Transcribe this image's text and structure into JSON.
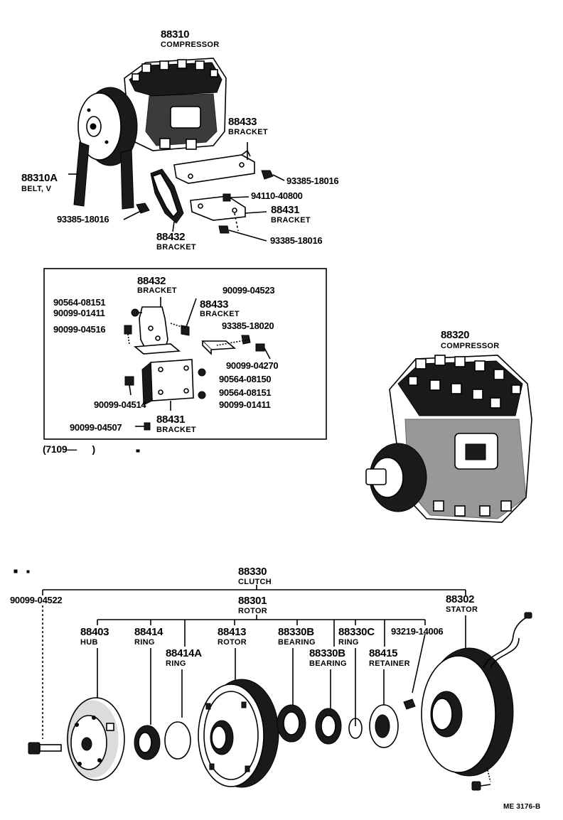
{
  "top_assembly": {
    "compressor": {
      "part": "88310",
      "name": "COMPRESSOR"
    },
    "bracket_a": {
      "part": "88433",
      "name": "BRACKET"
    },
    "belt": {
      "part": "88310A",
      "name": "BELT, V"
    },
    "bolt_right": "93385-18016",
    "nut": "94110-40800",
    "bracket_b": {
      "part": "88431",
      "name": "BRACKET"
    },
    "bolt_left": "93385-18016",
    "bracket_c": {
      "part": "88432",
      "name": "BRACKET"
    },
    "bolt_bottom": "93385-18016"
  },
  "inset": {
    "bracket_88432": {
      "part": "88432",
      "name": "BRACKET"
    },
    "p_90564_08151_a": "90564-08151",
    "p_90099_04523": "90099-04523",
    "p_90099_01411_a": "90099-01411",
    "bracket_88433": {
      "part": "88433",
      "name": "BRACKET"
    },
    "p_90099_04516": "90099-04516",
    "p_93385_18020": "93385-18020",
    "p_90099_04270": "90099-04270",
    "p_90564_08150": "90564-08150",
    "p_90564_08151_b": "90564-08151",
    "p_90099_04514": "90099-04514",
    "p_90099_01411_b": "90099-01411",
    "bracket_88431": {
      "part": "88431",
      "name": "BRACKET"
    },
    "p_90099_04507": "90099-04507",
    "date_range": "(7109—      )"
  },
  "compressor_right": {
    "part": "88320",
    "name": "COMPRESSOR"
  },
  "clutch": {
    "clutch": {
      "part": "88330",
      "name": "CLUTCH"
    },
    "bolt": "90099-04522",
    "rotor_assy": {
      "part": "88301",
      "name": "ROTOR"
    },
    "stator": {
      "part": "88302",
      "name": "STATOR"
    },
    "hub": {
      "part": "88403",
      "name": "HUB"
    },
    "ring_a": {
      "part": "88414",
      "name": "RING"
    },
    "ring_b": {
      "part": "88414A",
      "name": "RING"
    },
    "rotor": {
      "part": "88413",
      "name": "ROTOR"
    },
    "bearing_a": {
      "part": "88330B",
      "name": "BEARING"
    },
    "bearing_b": {
      "part": "88330B",
      "name": "BEARING"
    },
    "ring_c": {
      "part": "88330C",
      "name": "RING"
    },
    "retainer": {
      "part": "88415",
      "name": "RETAINER"
    },
    "screw": "93219-14006"
  },
  "drawing_ref": "ME 3176-B"
}
